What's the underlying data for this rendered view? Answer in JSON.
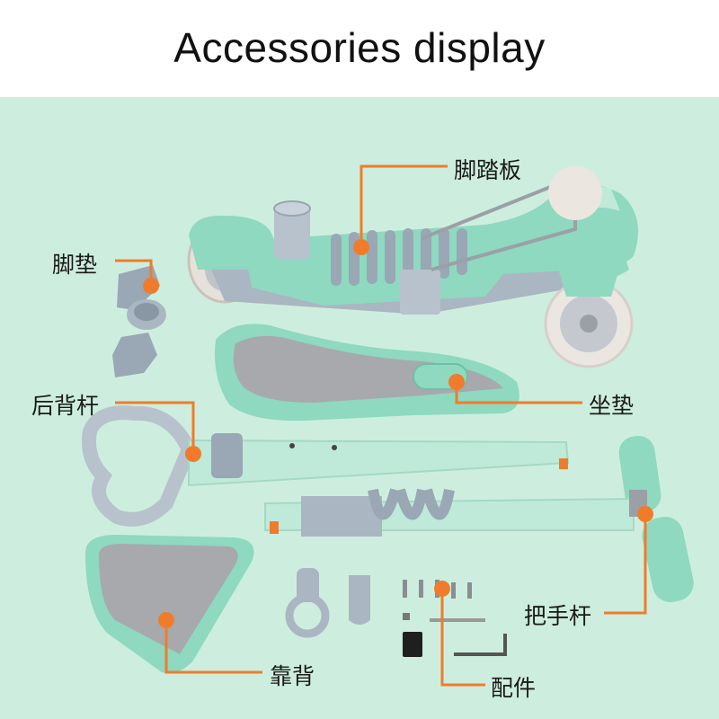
{
  "header": {
    "title": "Accessories display"
  },
  "callouts": {
    "footboard": "脚踏板",
    "foot_pad": "脚垫",
    "back_rod": "后背杆",
    "seat_cushion": "坐垫",
    "handlebar": "把手杆",
    "backrest": "靠背",
    "fittings": "配件"
  },
  "colors": {
    "background": "#cdeede",
    "accent": "#f07c2b",
    "mint": "#8ed9c0",
    "grey": "#9aa7b4"
  }
}
